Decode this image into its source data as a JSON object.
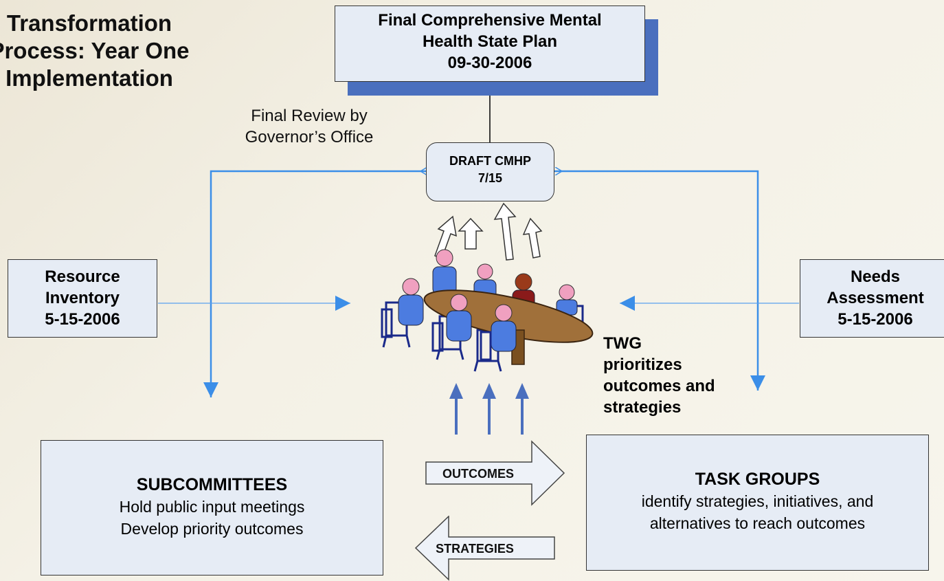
{
  "title": {
    "line1": "Transformation",
    "line2": "Process: Year One",
    "line3": "Implementation"
  },
  "final_plan": {
    "line1": "Final Comprehensive Mental",
    "line2": "Health State Plan",
    "line3": "09-30-2006"
  },
  "final_review": {
    "line1": "Final Review by",
    "line2": "Governor’s Office"
  },
  "draft": {
    "line1": "DRAFT CMHP",
    "line2": "7/15"
  },
  "resource_inventory": {
    "line1": "Resource",
    "line2": "Inventory",
    "line3": "5-15-2006"
  },
  "needs_assessment": {
    "line1": "Needs",
    "line2": "Assessment",
    "line3": "5-15-2006"
  },
  "twg": {
    "line1": "TWG",
    "line2": "prioritizes",
    "line3": "outcomes and",
    "line4": "strategies"
  },
  "subcommittees": {
    "heading": "SUBCOMMITTEES",
    "line1": "Hold public input meetings",
    "line2": "Develop priority outcomes"
  },
  "task_groups": {
    "heading": "TASK GROUPS",
    "line1": "identify strategies, initiatives, and",
    "line2": "alternatives to reach outcomes"
  },
  "outcomes_arrow": "OUTCOMES",
  "strategies_arrow": "STRATEGIES",
  "colors": {
    "connector": "#3b8ee8",
    "box_fill": "#e6ecf5",
    "shadow": "#4a6fbe",
    "up_arrow": "#4a6fbe"
  }
}
